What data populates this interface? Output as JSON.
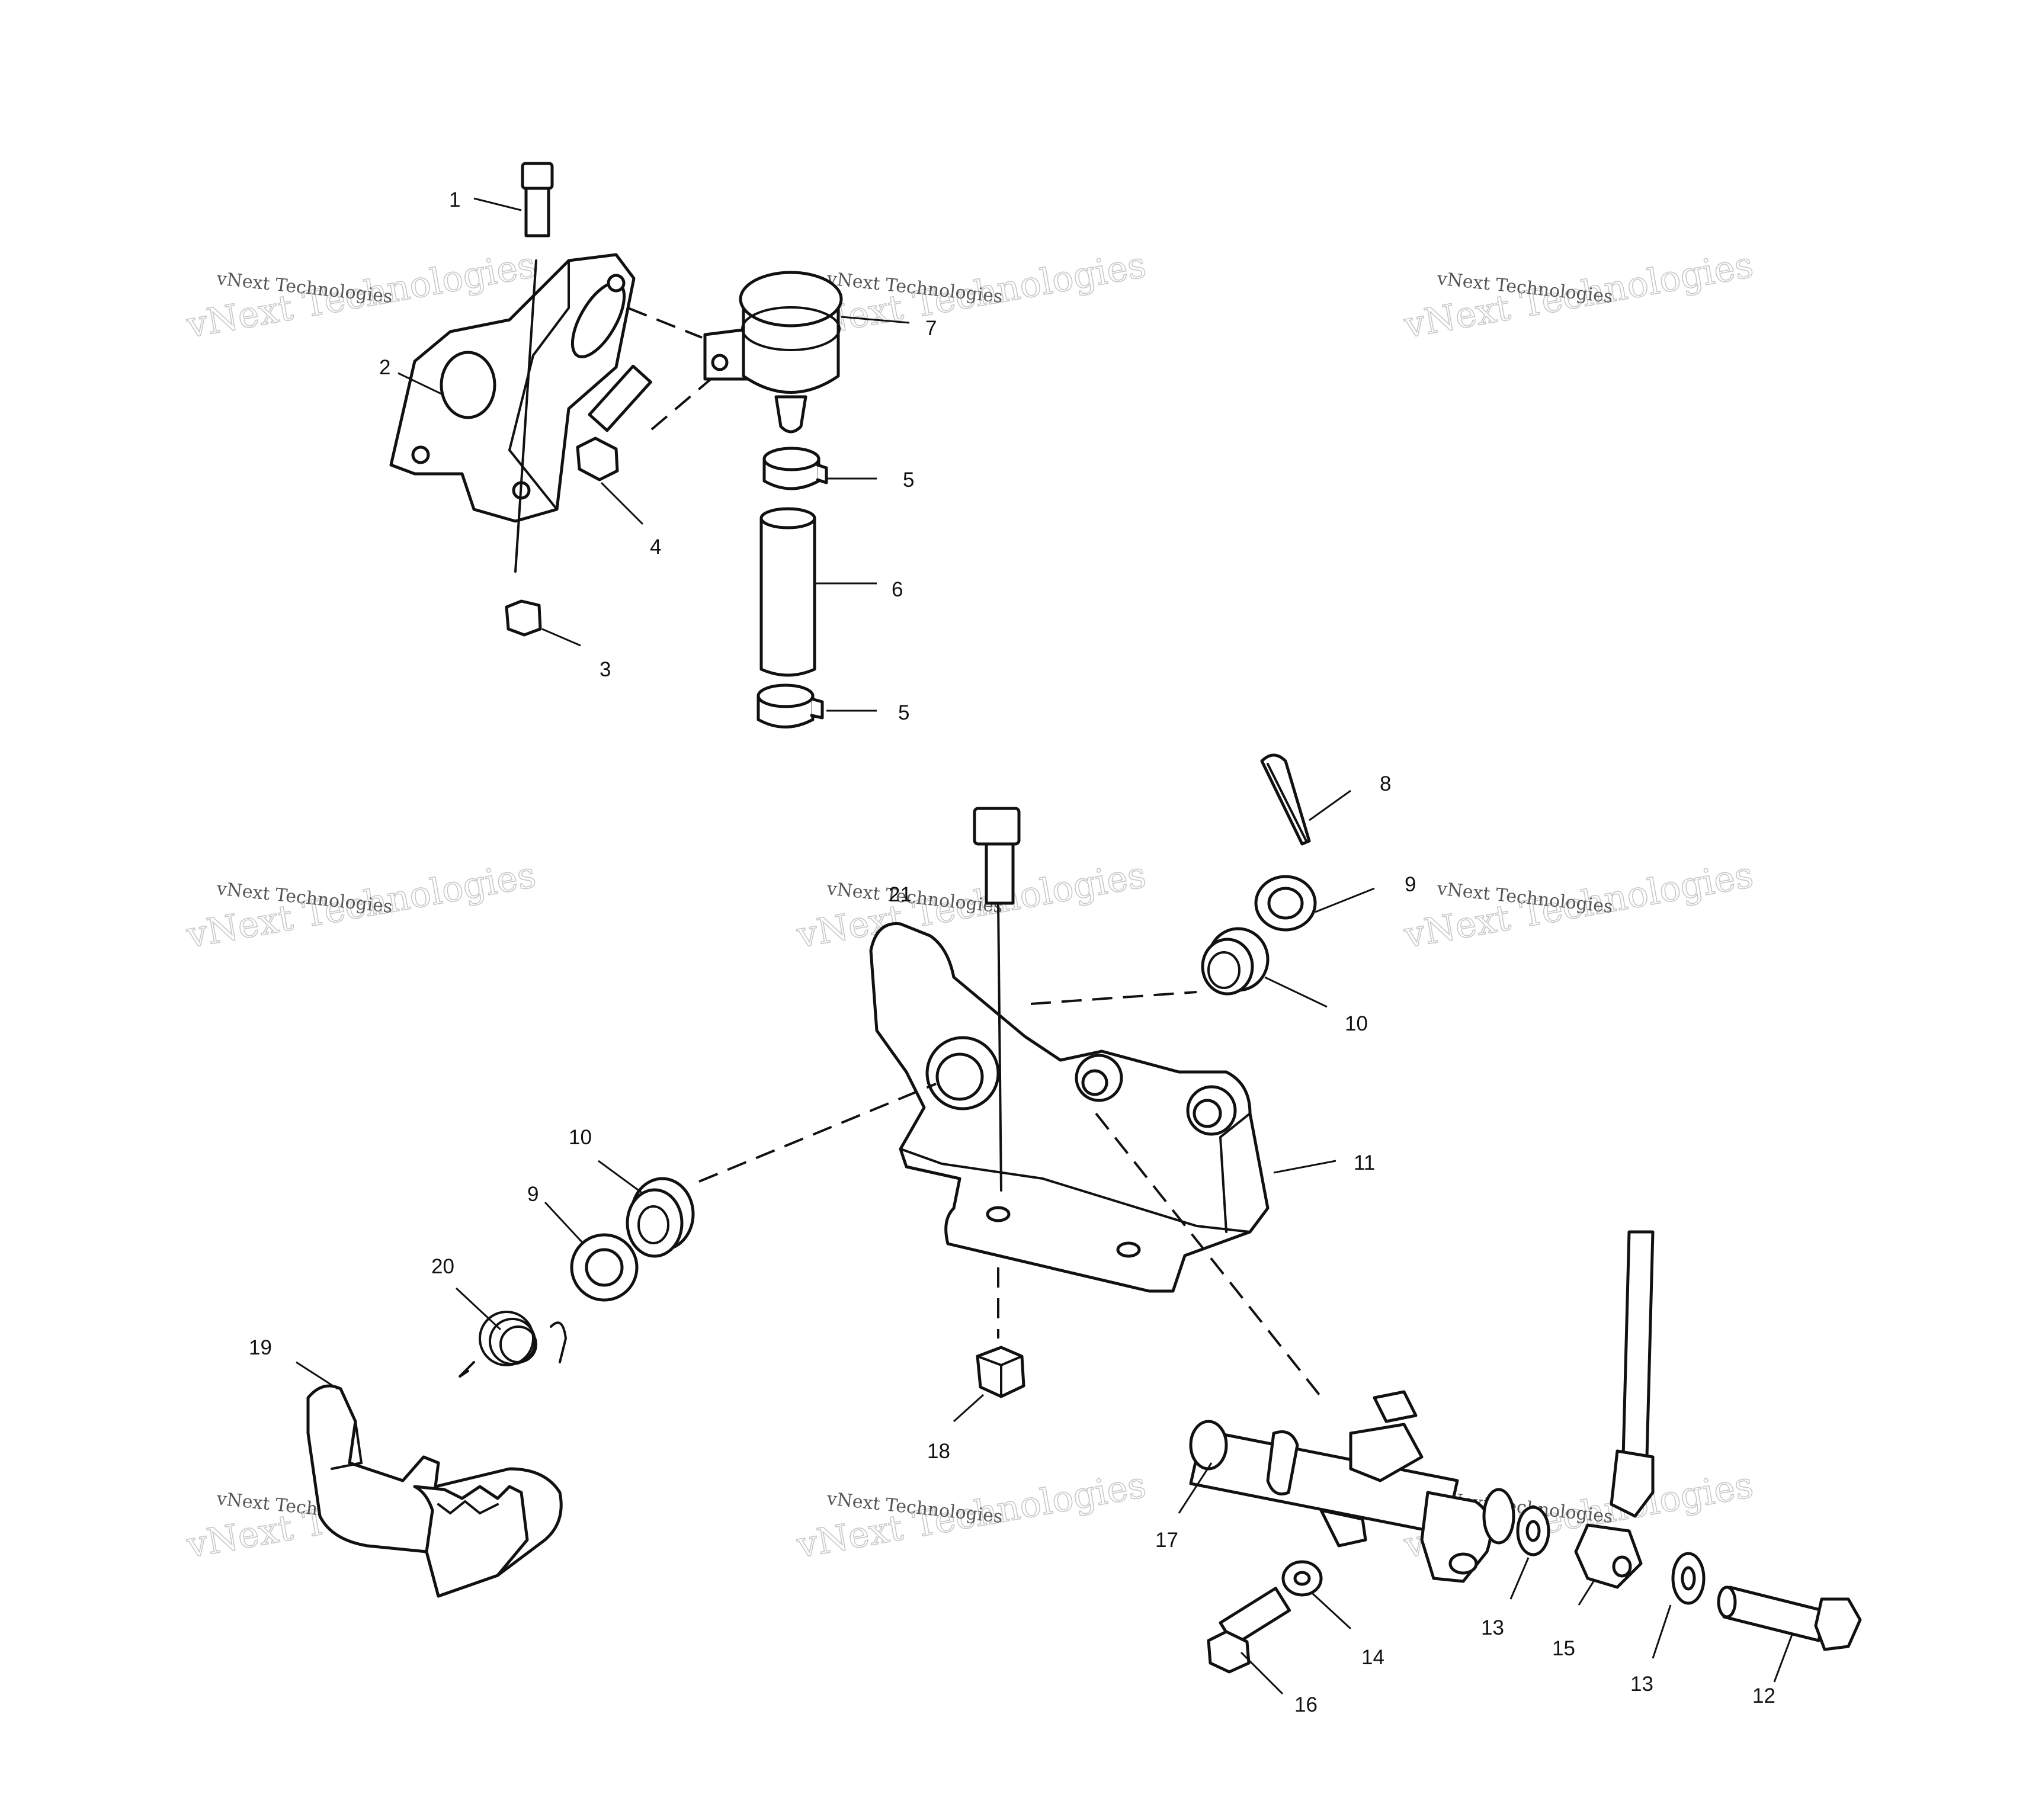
{
  "callouts": [
    {
      "id": "c1",
      "label": "1"
    },
    {
      "id": "c2",
      "label": "2"
    },
    {
      "id": "c3",
      "label": "3"
    },
    {
      "id": "c4",
      "label": "4"
    },
    {
      "id": "c5a",
      "label": "5"
    },
    {
      "id": "c5b",
      "label": "5"
    },
    {
      "id": "c6",
      "label": "6"
    },
    {
      "id": "c7",
      "label": "7"
    },
    {
      "id": "c8",
      "label": "8"
    },
    {
      "id": "c9a",
      "label": "9"
    },
    {
      "id": "c9b",
      "label": "9"
    },
    {
      "id": "c10a",
      "label": "10"
    },
    {
      "id": "c10b",
      "label": "10"
    },
    {
      "id": "c11",
      "label": "11"
    },
    {
      "id": "c12",
      "label": "12"
    },
    {
      "id": "c13a",
      "label": "13"
    },
    {
      "id": "c13b",
      "label": "13"
    },
    {
      "id": "c14",
      "label": "14"
    },
    {
      "id": "c15",
      "label": "15"
    },
    {
      "id": "c16",
      "label": "16"
    },
    {
      "id": "c17",
      "label": "17"
    },
    {
      "id": "c18",
      "label": "18"
    },
    {
      "id": "c19",
      "label": "19"
    },
    {
      "id": "c20",
      "label": "20"
    },
    {
      "id": "c21",
      "label": "21"
    }
  ],
  "watermark": {
    "title": "vNext Technologies",
    "subtitle": "vNext Technologies"
  }
}
